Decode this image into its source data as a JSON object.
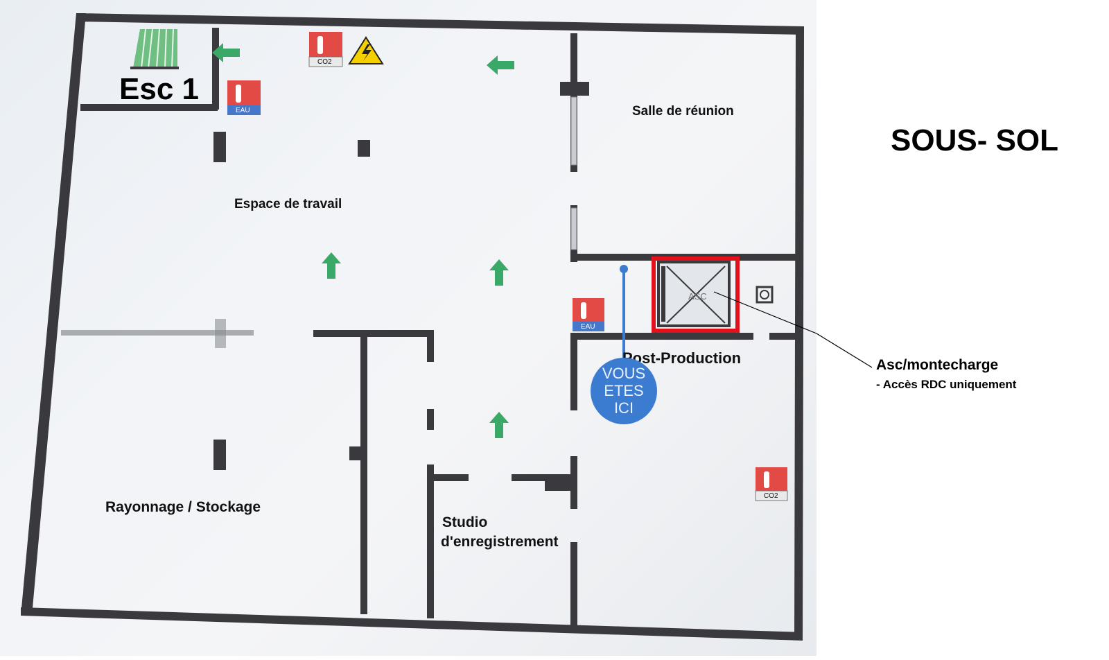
{
  "floor_title": "SOUS- SOL",
  "rooms": {
    "stairs": "Esc 1",
    "workspace": "Espace de travail",
    "meeting_room": "Salle de réunion",
    "post_production": "Post-Production",
    "storage": "Rayonnage / Stockage",
    "studio_line1": "Studio",
    "studio_line2": "d'enregistrement"
  },
  "you_are_here": [
    "VOUS",
    "ETES",
    "ICI"
  ],
  "elevator_code": "ASC",
  "callout": {
    "title": "Asc/montecharge",
    "subtitle": "- Accès RDC uniquement"
  },
  "extinguishers": [
    {
      "label": "CO2",
      "kind": "co2"
    },
    {
      "label": "EAU",
      "kind": "water"
    },
    {
      "label": "EAU",
      "kind": "water"
    },
    {
      "label": "CO2",
      "kind": "co2"
    }
  ],
  "icons": [
    "stairs-icon",
    "exit-arrow-left-icon",
    "exit-arrow-up-icon",
    "fire-extinguisher-icon",
    "high-voltage-warning-icon",
    "elevator-icon"
  ],
  "colors": {
    "wall": "#3a3a3e",
    "exit_arrow": "#3aa866",
    "extinguisher_red": "#e24b45",
    "water_blue": "#4677c9",
    "you_are_here_blue": "#3b7bd0",
    "highlight_red": "#e3111b",
    "warning_yellow": "#f5d000"
  }
}
